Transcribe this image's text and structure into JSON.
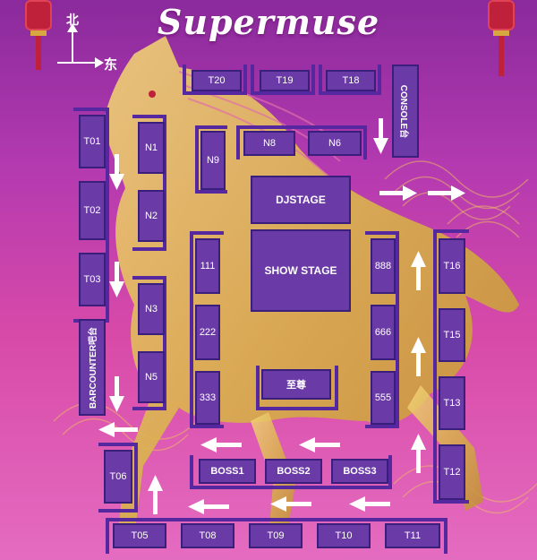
{
  "title": "Supermuse",
  "compass": {
    "north": "北",
    "east": "东"
  },
  "stages": {
    "dj": "DJSTAGE",
    "show": "SHOW STAGE"
  },
  "console": "CONSOLE台",
  "bar_counter": "BARCOUNTER吧台",
  "vip": "至尊",
  "tables": {
    "t20": "T20",
    "t19": "T19",
    "t18": "T18",
    "t01": "T01",
    "t02": "T02",
    "t03": "T03",
    "n1": "N1",
    "n2": "N2",
    "n3": "N3",
    "n5": "N5",
    "n9": "N9",
    "n8": "N8",
    "n6": "N6",
    "r111": "111",
    "r222": "222",
    "r333": "333",
    "r888": "888",
    "r666": "666",
    "r555": "555",
    "t16": "T16",
    "t15": "T15",
    "t13": "T13",
    "t12": "T12",
    "t06": "T06",
    "boss1": "BOSS1",
    "boss2": "BOSS2",
    "boss3": "BOSS3",
    "t05b": "T05",
    "t08": "T08",
    "t09": "T09",
    "t10": "T10",
    "t11": "T11"
  },
  "colors": {
    "table": "#6a3aa6",
    "border": "#3a1e7c",
    "arrow": "#ffffff",
    "gold": "#d9b24a"
  }
}
